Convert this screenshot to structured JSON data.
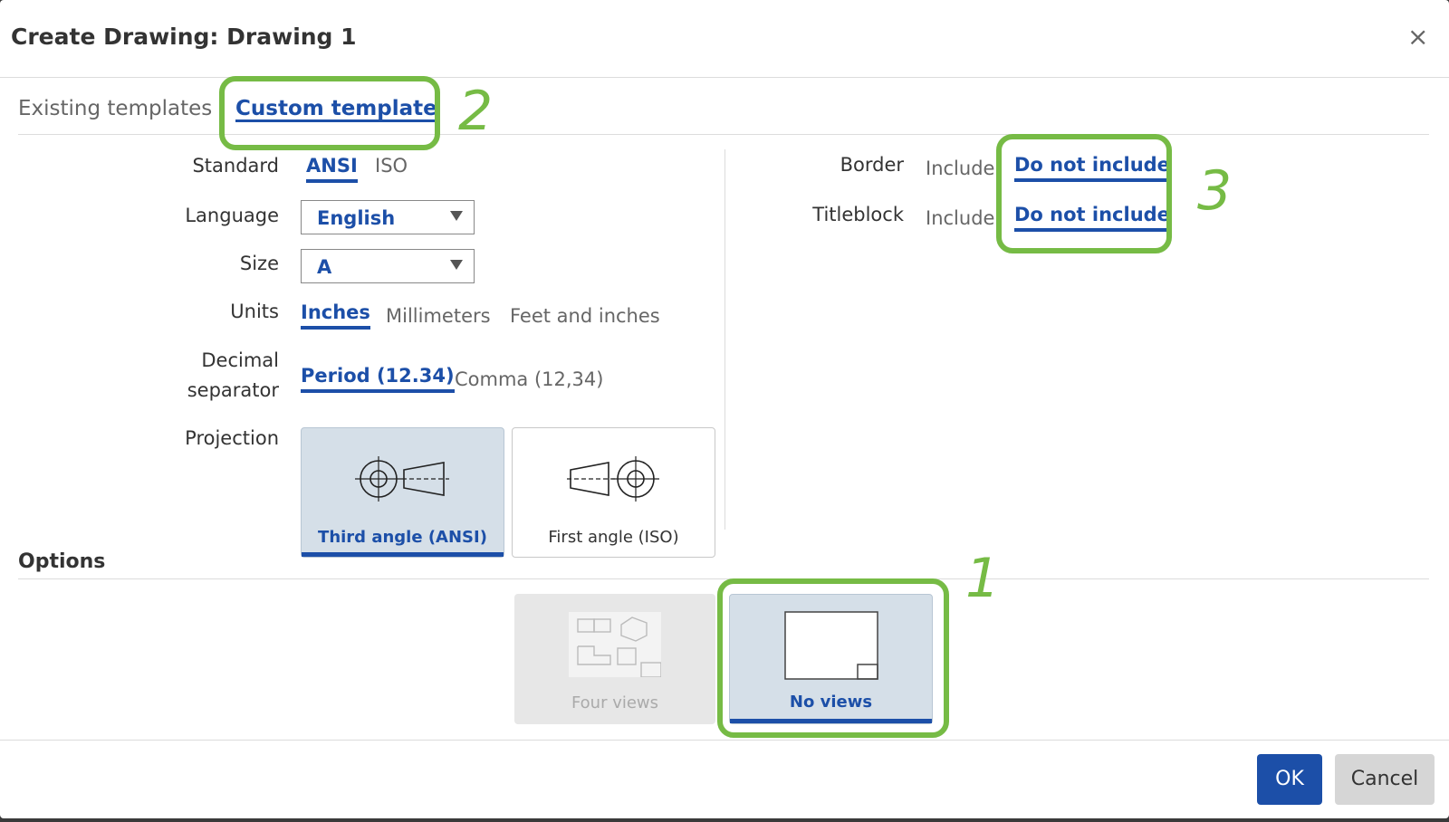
{
  "dialog": {
    "title_prefix": "Create Drawing:",
    "title_name": "Drawing 1",
    "close_glyph": "×"
  },
  "tabs": {
    "existing": "Existing templates",
    "custom": "Custom template"
  },
  "form": {
    "standard": {
      "label": "Standard",
      "options": [
        "ANSI",
        "ISO"
      ],
      "selected": "ANSI"
    },
    "language": {
      "label": "Language",
      "value": "English"
    },
    "size": {
      "label": "Size",
      "value": "A"
    },
    "units": {
      "label": "Units",
      "options": [
        "Inches",
        "Millimeters",
        "Feet and inches"
      ],
      "selected": "Inches"
    },
    "decimal": {
      "label_line1": "Decimal",
      "label_line2": "separator",
      "options": [
        "Period (12.34)",
        "Comma (12,34)"
      ],
      "selected": "Period (12.34)"
    },
    "projection": {
      "label": "Projection",
      "options": [
        "Third angle (ANSI)",
        "First angle (ISO)"
      ],
      "selected": "Third angle (ANSI)"
    },
    "border": {
      "label": "Border",
      "options": [
        "Include",
        "Do not include"
      ],
      "selected": "Do not include"
    },
    "titleblock": {
      "label": "Titleblock",
      "options": [
        "Include",
        "Do not include"
      ],
      "selected": "Do not include"
    }
  },
  "options": {
    "title": "Options",
    "views": [
      "Four views",
      "No views"
    ],
    "selected": "No views"
  },
  "annotations": [
    "1",
    "2",
    "3"
  ],
  "buttons": {
    "ok": "OK",
    "cancel": "Cancel"
  },
  "colors": {
    "accent": "#1c4fa8",
    "highlight": "#76bb45",
    "selected_bg": "#d5dfe8"
  }
}
